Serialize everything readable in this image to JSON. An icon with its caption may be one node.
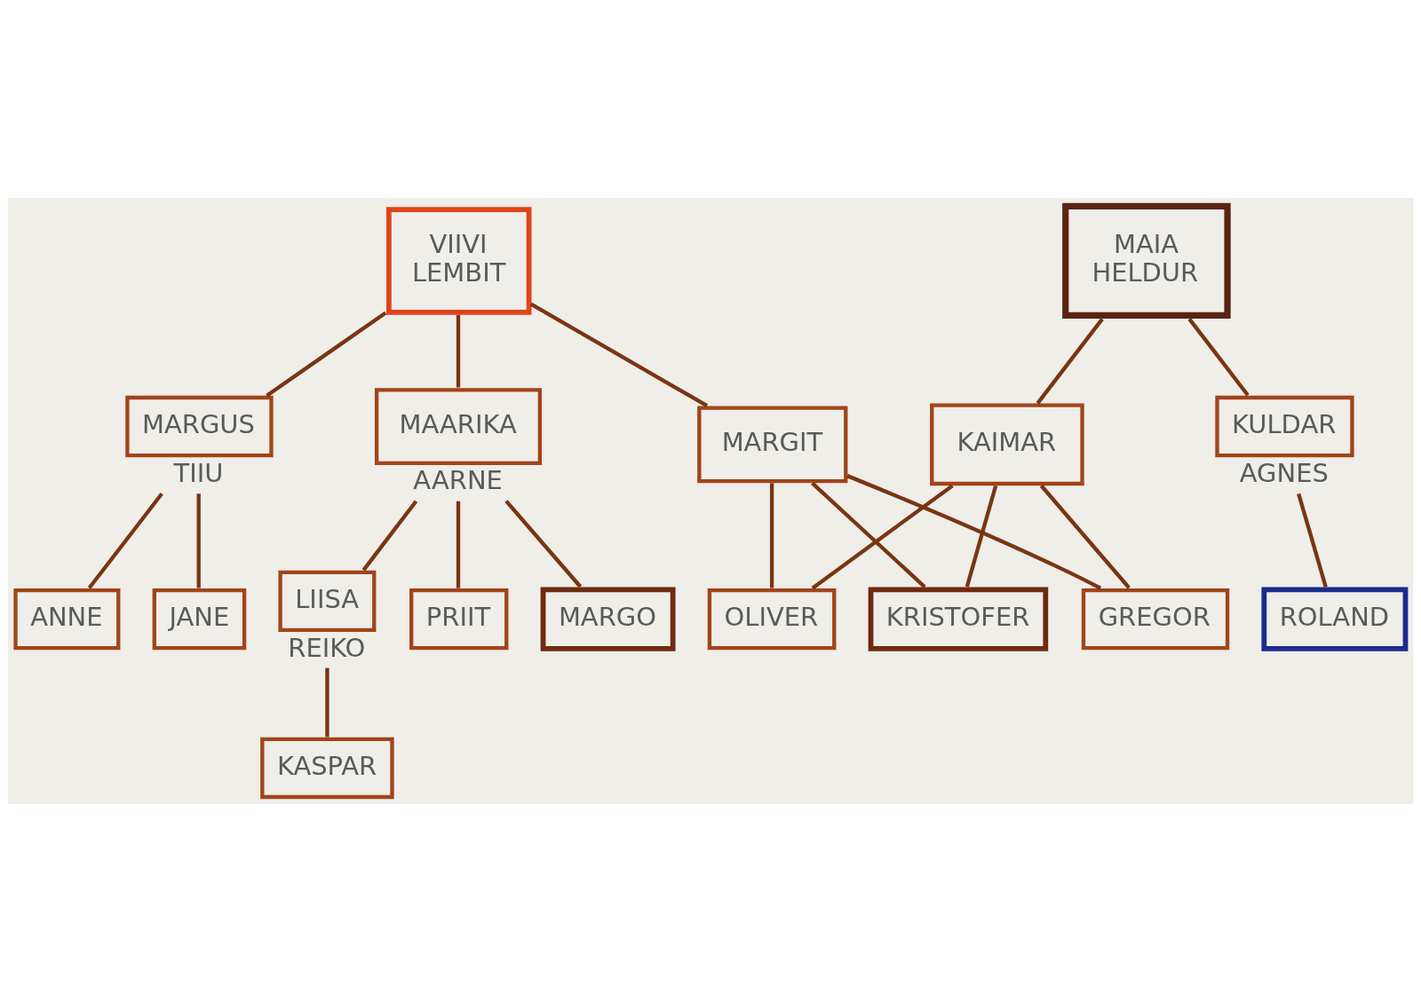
{
  "diagram": {
    "nodes": [
      {
        "text": [
          "VIIVI",
          "LEMBIT"
        ]
      },
      {
        "text": [
          "MARGUS"
        ],
        "beside": [
          "TIIU"
        ]
      },
      {
        "text": [
          "MAARIKA"
        ],
        "beside": [
          "AARNE"
        ]
      },
      {
        "text": [
          "MARGIT"
        ]
      },
      {
        "text": [
          "ANNE"
        ]
      },
      {
        "text": [
          "JANE"
        ]
      },
      {
        "text": [
          "LIISA"
        ],
        "beside": [
          "REIKO"
        ]
      },
      {
        "text": [
          "PRIIT"
        ]
      },
      {
        "text": [
          "MARGO"
        ]
      },
      {
        "text": [
          "KASPAR"
        ]
      },
      {
        "text": [
          "OLIVER"
        ]
      },
      {
        "text": [
          "KRISTOFER"
        ]
      },
      {
        "text": [
          "GREGOR"
        ]
      },
      {
        "text": [
          "MAIA",
          "HELDUR"
        ]
      },
      {
        "text": [
          "KAIMAR"
        ]
      },
      {
        "text": [
          "KULDAR"
        ],
        "beside": [
          "AGNES"
        ]
      },
      {
        "text": [
          "ROLAND"
        ]
      }
    ],
    "edges": [
      {
        "from": 0,
        "to": 1,
        "arrow": "none"
      },
      {
        "from": 0,
        "to": 2,
        "arrow": "none"
      },
      {
        "from": 0,
        "to": 3,
        "arrow": "none"
      },
      {
        "from": 1,
        "to": 4,
        "arrow": "none"
      },
      {
        "from": 1,
        "to": 5,
        "arrow": "none"
      },
      {
        "from": 2,
        "to": 6,
        "arrow": "none"
      },
      {
        "from": 2,
        "to": 7,
        "arrow": "none"
      },
      {
        "from": 2,
        "to": 8,
        "arrow": "none"
      },
      {
        "from": 6,
        "to": 9,
        "arrow": "none"
      },
      {
        "from": 3,
        "to": 10,
        "arrow": "none"
      },
      {
        "from": 3,
        "to": 11,
        "arrow": "none"
      },
      {
        "from": 3,
        "to": 12,
        "arrow": "none"
      },
      {
        "from": 14,
        "to": 10,
        "arrow": "none"
      },
      {
        "from": 14,
        "to": 11,
        "arrow": "none"
      },
      {
        "from": 14,
        "to": 12,
        "arrow": "none"
      },
      {
        "from": 13,
        "to": 14,
        "arrow": "none"
      },
      {
        "from": 13,
        "to": 15,
        "arrow": "none"
      },
      {
        "from": 15,
        "to": 16,
        "arrow": "none"
      }
    ]
  }
}
